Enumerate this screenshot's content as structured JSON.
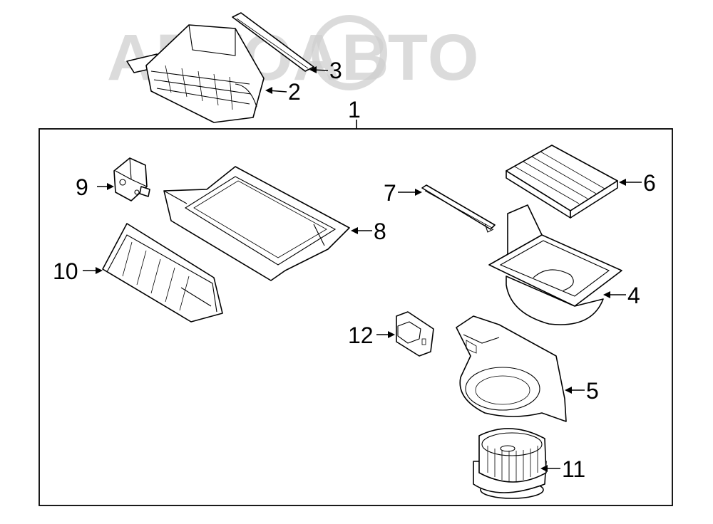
{
  "watermark": {
    "text": "АВТОАВТО",
    "color": "#cfcfcf"
  },
  "colors": {
    "line": "#000000",
    "background": "#ffffff"
  },
  "callouts": {
    "c1": "1",
    "c2": "2",
    "c3": "3",
    "c4": "4",
    "c5": "5",
    "c6": "6",
    "c7": "7",
    "c8": "8",
    "c9": "9",
    "c10": "10",
    "c11": "11",
    "c12": "12"
  }
}
